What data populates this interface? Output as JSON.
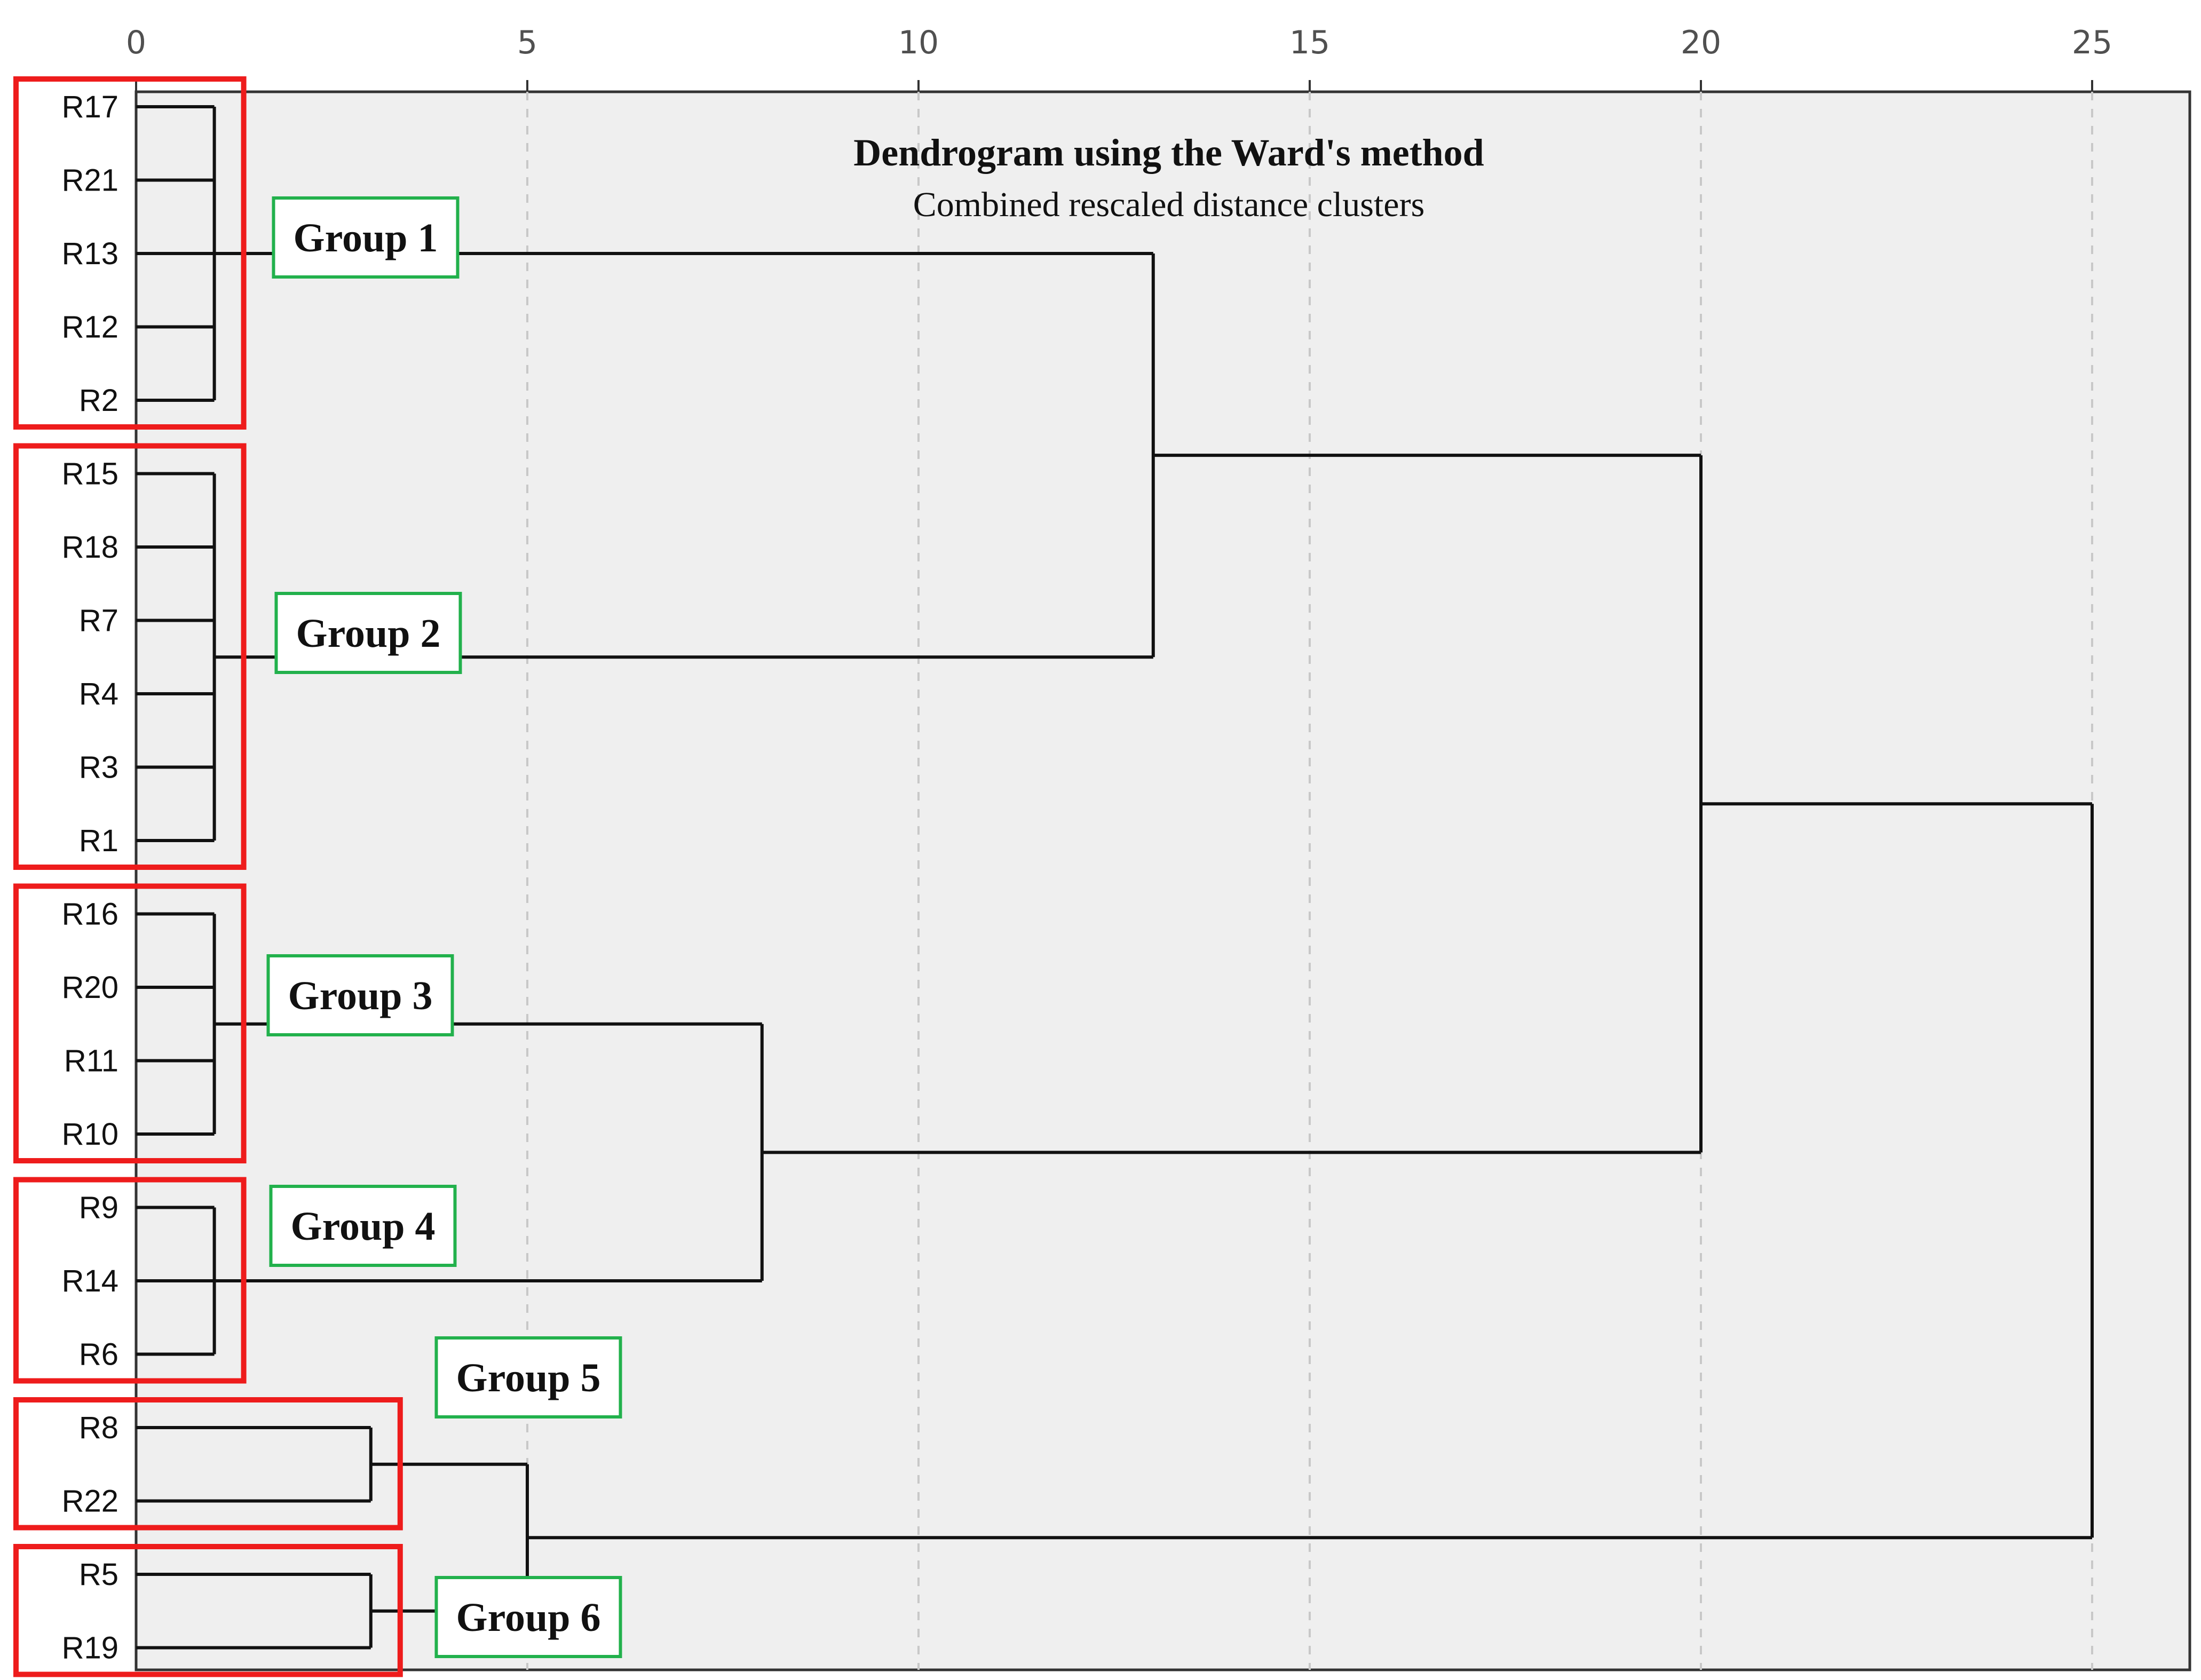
{
  "title": "Dendrogram using the Ward's method",
  "subtitle": "Combined rescaled distance clusters",
  "axis": {
    "min": 0,
    "max": 25,
    "ticks": [
      {
        "value": 0,
        "label": "0"
      },
      {
        "value": 5,
        "label": "5"
      },
      {
        "value": 10,
        "label": "10"
      },
      {
        "value": 15,
        "label": "15"
      },
      {
        "value": 20,
        "label": "20"
      },
      {
        "value": 25,
        "label": "25"
      }
    ],
    "grid": true
  },
  "leaves": [
    "R17",
    "R21",
    "R13",
    "R12",
    "R2",
    "R15",
    "R18",
    "R7",
    "R4",
    "R3",
    "R1",
    "R16",
    "R20",
    "R11",
    "R10",
    "R9",
    "R14",
    "R6",
    "R8",
    "R22",
    "R5",
    "R19"
  ],
  "merges": [
    {
      "id": "g1",
      "children": [
        "R17",
        "R21",
        "R13",
        "R12",
        "R2"
      ],
      "height": 1
    },
    {
      "id": "g2",
      "children": [
        "R15",
        "R18",
        "R7",
        "R4",
        "R3",
        "R1"
      ],
      "height": 1
    },
    {
      "id": "g3",
      "children": [
        "R16",
        "R20",
        "R11",
        "R10"
      ],
      "height": 1
    },
    {
      "id": "g4",
      "children": [
        "R9",
        "R14",
        "R6"
      ],
      "height": 1
    },
    {
      "id": "g5",
      "children": [
        "R8",
        "R22"
      ],
      "height": 3
    },
    {
      "id": "g6",
      "children": [
        "R5",
        "R19"
      ],
      "height": 3
    },
    {
      "id": "g12",
      "children": [
        "g1",
        "g2"
      ],
      "height": 13
    },
    {
      "id": "g34",
      "children": [
        "g3",
        "g4"
      ],
      "height": 8
    },
    {
      "id": "g56",
      "children": [
        "g5",
        "g6"
      ],
      "height": 5
    },
    {
      "id": "g1234",
      "children": [
        "g12",
        "g34"
      ],
      "height": 20
    },
    {
      "id": "root",
      "children": [
        "g1234",
        "g56"
      ],
      "height": 25
    }
  ],
  "groups": [
    {
      "id": "g1",
      "label": "Group 1"
    },
    {
      "id": "g2",
      "label": "Group 2"
    },
    {
      "id": "g3",
      "label": "Group 3"
    },
    {
      "id": "g4",
      "label": "Group 4"
    },
    {
      "id": "g5",
      "label": "Group 5"
    },
    {
      "id": "g6",
      "label": "Group 6"
    }
  ],
  "colors": {
    "plot_background": "#efefef",
    "frame": "#333333",
    "grid": "#c8c8c8",
    "tree": "#111111",
    "group_box": "#ee1c1c",
    "label_box": "#22b14c",
    "label_box_fill": "#ffffff"
  }
}
